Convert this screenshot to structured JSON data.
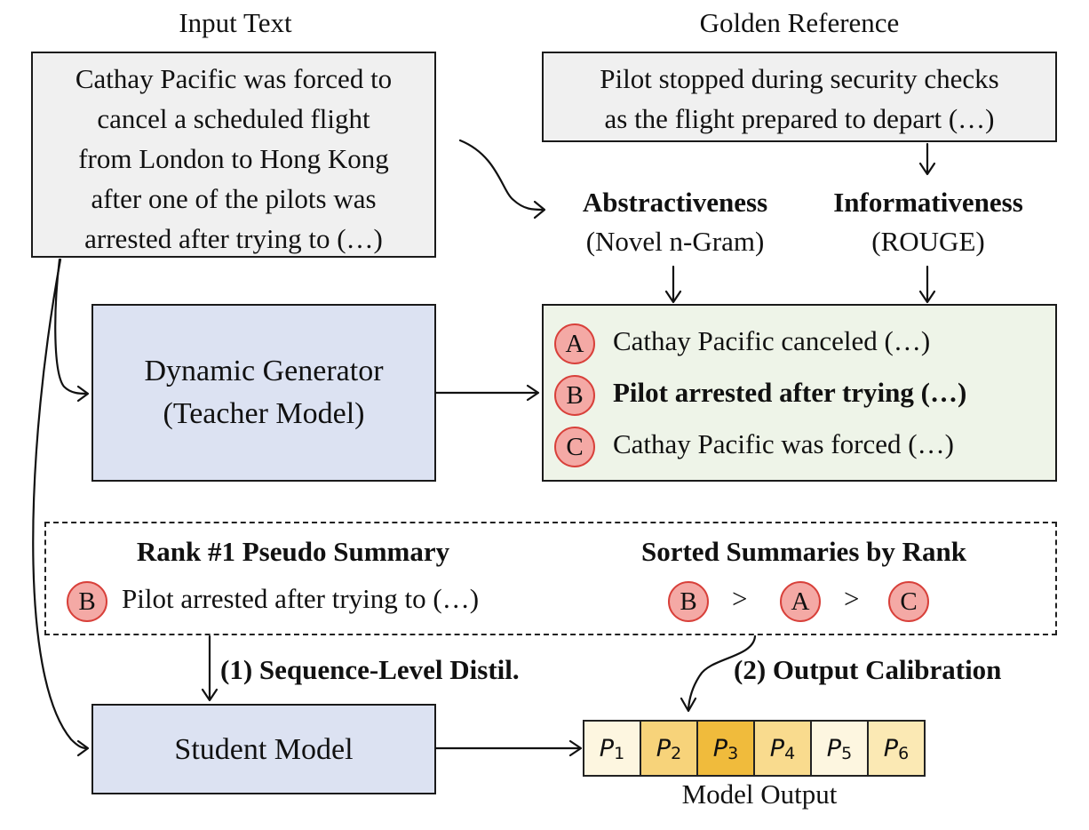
{
  "input_text": {
    "heading": "Input Text",
    "lines": [
      "Cathay Pacific was forced to",
      "cancel a scheduled flight",
      "from London to Hong Kong",
      "after one of the pilots was",
      "arrested after trying to (…)"
    ]
  },
  "golden_reference": {
    "heading": "Golden Reference",
    "lines": [
      "Pilot stopped during security checks",
      "as the flight prepared to depart (…)"
    ]
  },
  "metrics": {
    "abstractiveness": {
      "title": "Abstractiveness",
      "subtitle": "(Novel n-Gram)"
    },
    "informativeness": {
      "title": "Informativeness",
      "subtitle": "(ROUGE)"
    }
  },
  "generator": {
    "line1": "Dynamic Generator",
    "line2": "(Teacher Model)"
  },
  "candidates": [
    {
      "badge": "A",
      "text": "Cathay Pacific canceled (…)",
      "bold": false
    },
    {
      "badge": "B",
      "text": "Pilot arrested after trying (…)",
      "bold": true
    },
    {
      "badge": "C",
      "text": "Cathay Pacific was forced (…)",
      "bold": false
    }
  ],
  "rank1": {
    "title": "Rank #1 Pseudo Summary",
    "badge": "B",
    "text": "Pilot arrested after trying to (…)"
  },
  "sorted": {
    "title": "Sorted Summaries by Rank",
    "order": [
      "B",
      "A",
      "C"
    ],
    "separator": ">"
  },
  "steps": {
    "distil": "(1) Sequence-Level Distil.",
    "calibration": "(2) Output Calibration"
  },
  "student": {
    "label": "Student Model"
  },
  "model_output": {
    "label": "Model Output",
    "cells": [
      {
        "symbol": "P",
        "index": "1",
        "color": "#fdf6e0"
      },
      {
        "symbol": "P",
        "index": "2",
        "color": "#f7d37a"
      },
      {
        "symbol": "P",
        "index": "3",
        "color": "#f0bb3c"
      },
      {
        "symbol": "P",
        "index": "4",
        "color": "#f9db8e"
      },
      {
        "symbol": "P",
        "index": "5",
        "color": "#fdf6e0"
      },
      {
        "symbol": "P",
        "index": "6",
        "color": "#fbe9b4"
      }
    ]
  }
}
